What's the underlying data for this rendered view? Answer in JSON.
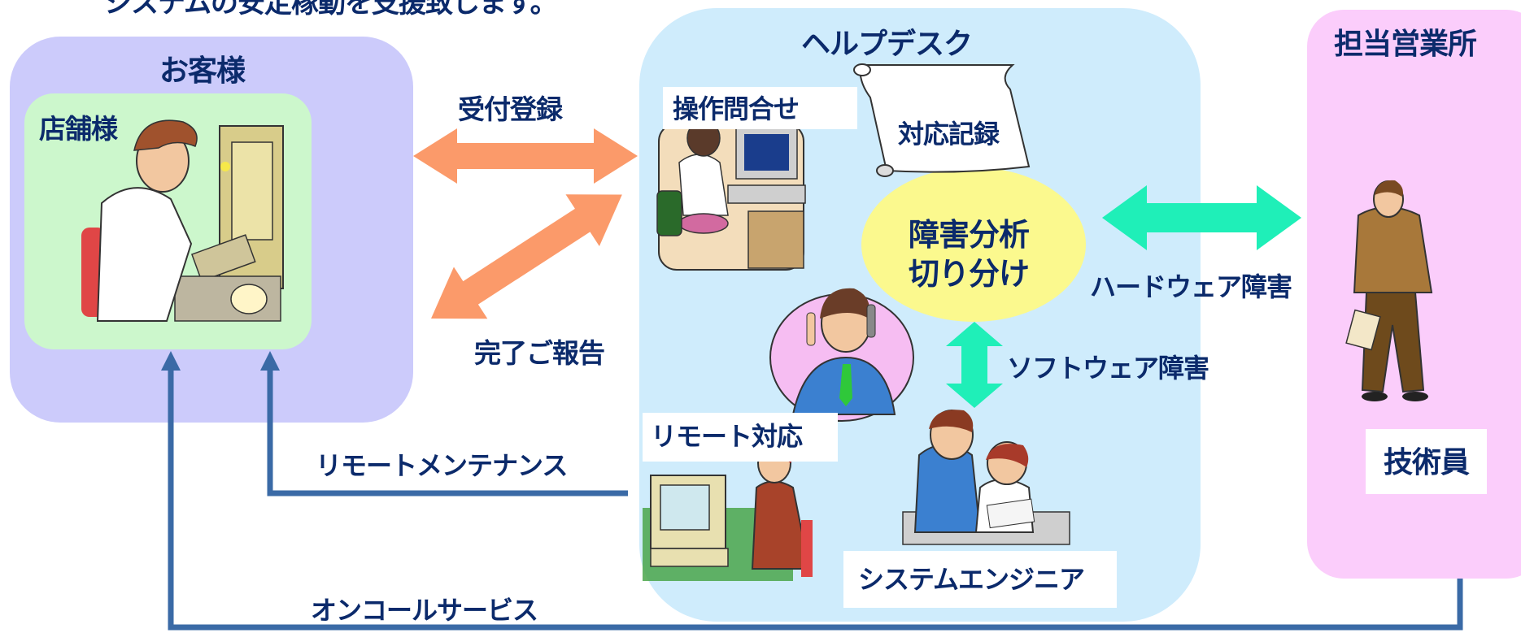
{
  "top_caption": "システムの安定稼動を支援致します。",
  "customer": {
    "title": "お客様",
    "store": "店舗様"
  },
  "helpdesk": {
    "title": "ヘルプデスク",
    "operation": "操作問合せ",
    "record": "対応記録",
    "analysis": [
      "障害分析",
      "切り分け"
    ],
    "remote": "リモート対応",
    "engineer": "システムエンジニア"
  },
  "sales_office": {
    "title": "担当営業所",
    "tech": "技術員"
  },
  "flows": {
    "reception": "受付登録",
    "report": "完了ご報告",
    "hardware": "ハードウェア障害",
    "software": "ソフトウェア障害",
    "remote_maint": "リモートメンテナンス",
    "oncall": "オンコールサービス"
  },
  "colors": {
    "customer_bg": "#cccbfb",
    "store_bg": "#ccf7cc",
    "helpdesk_bg": "#cfecfc",
    "sales_bg": "#fbcdfb",
    "analysis_bg": "#fbf98e",
    "orange_arrow": "#fb9a6a",
    "teal_arrow": "#1fefb8",
    "line_blue": "#3a6aa6",
    "text": "#0b2a6b"
  }
}
